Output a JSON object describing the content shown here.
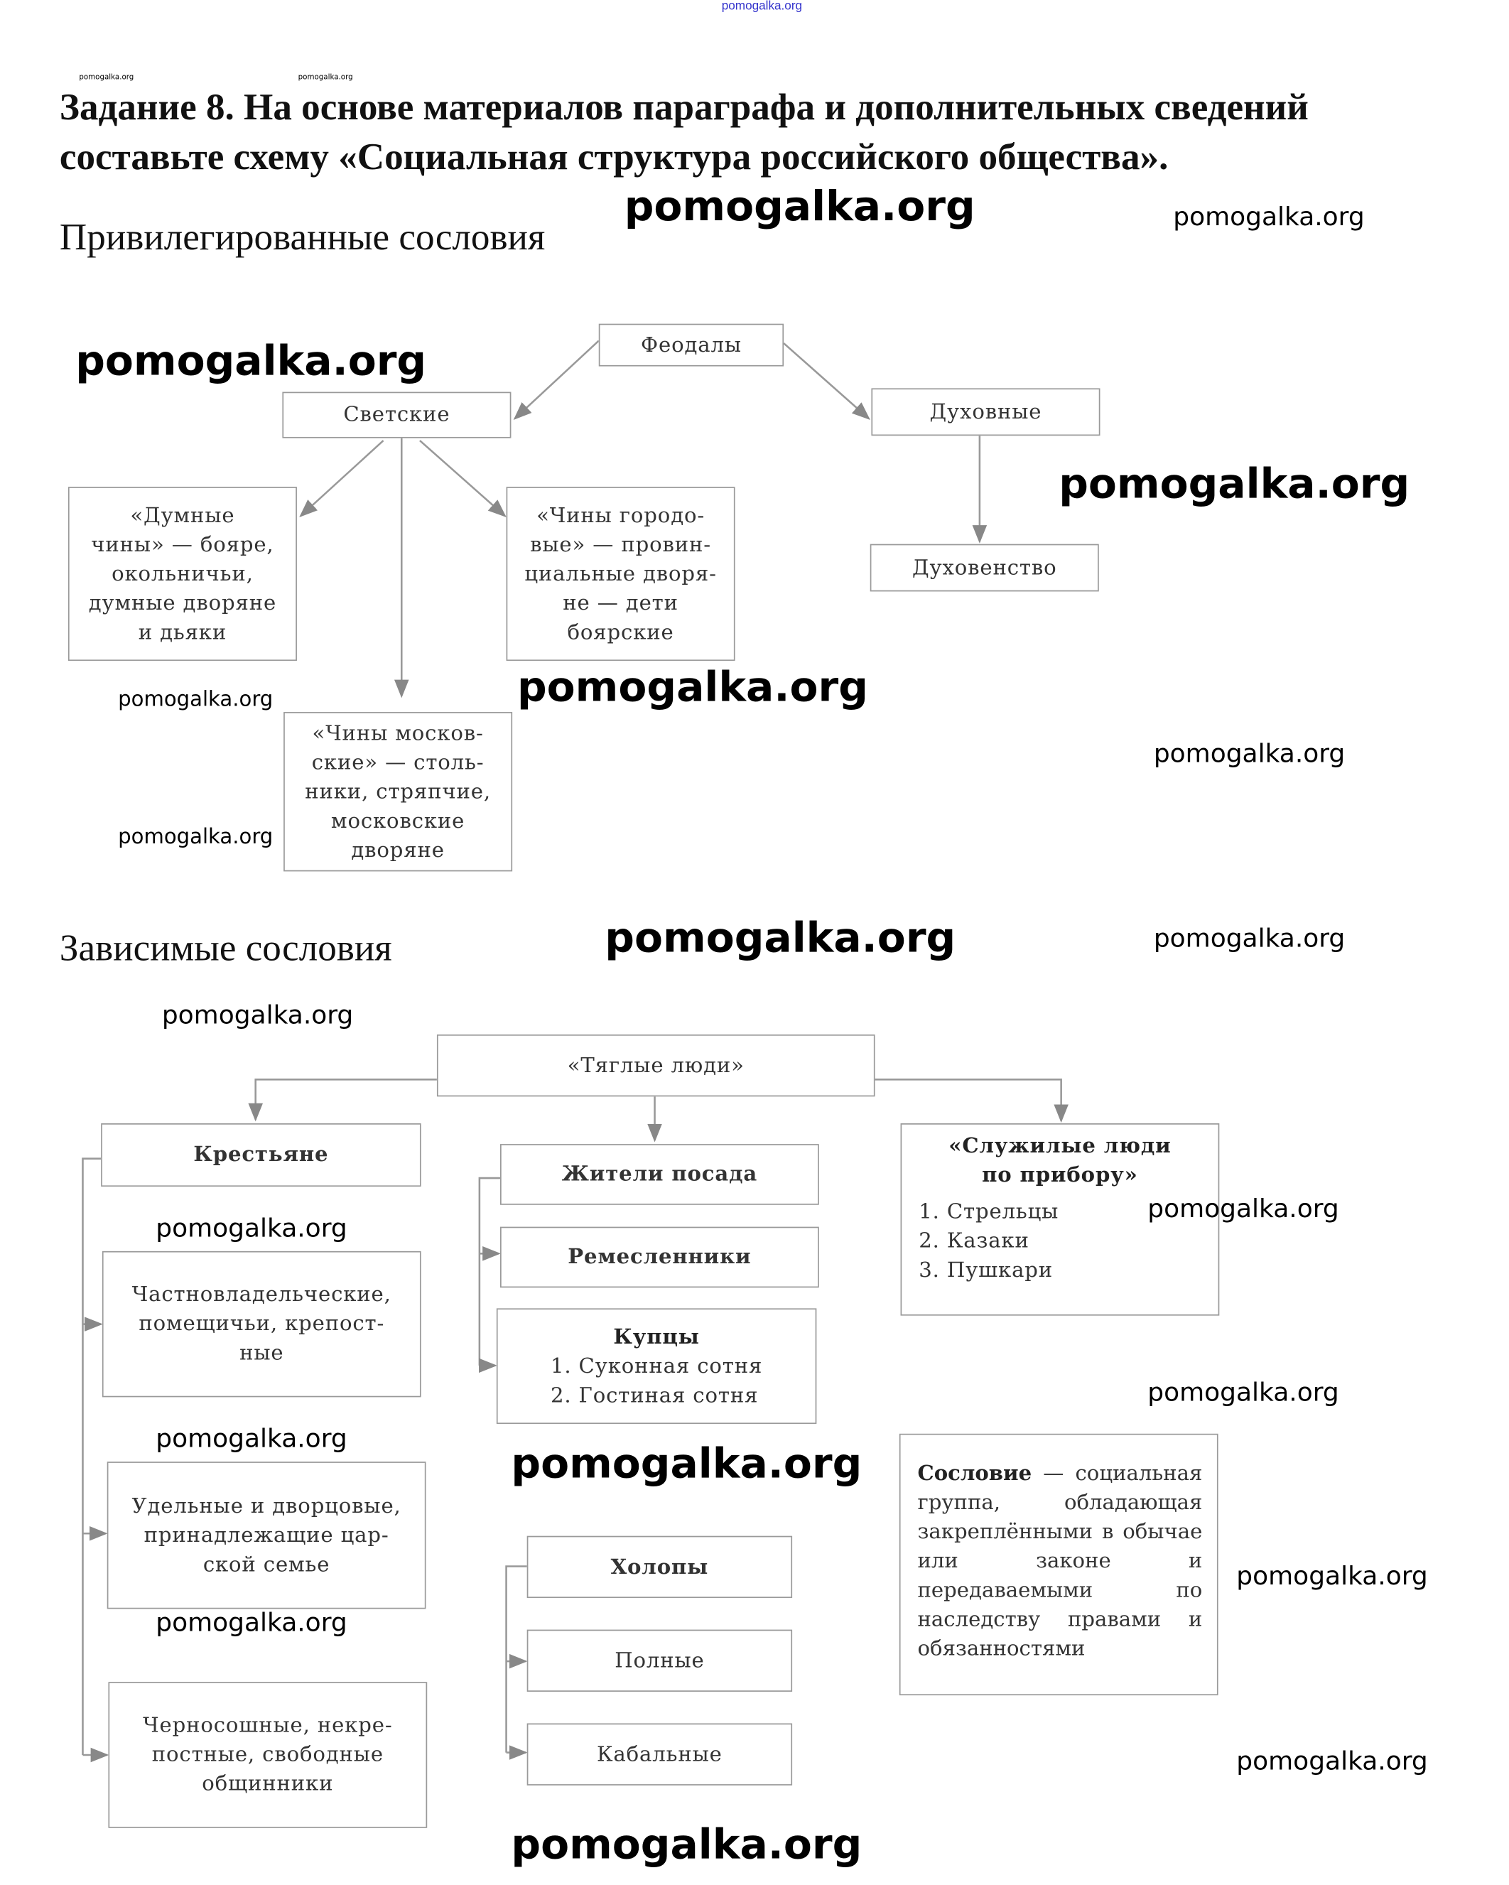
{
  "header_link": "pomogalka.org",
  "task": {
    "line1": "Задание 8. На основе материалов параграфа и дополнительных сведений",
    "line2": "составьте схему «Социальная структура российского общества»."
  },
  "sections": {
    "privileged": "Привилегированные сословия",
    "dependent": "Зависимые сословия"
  },
  "privileged_scheme": {
    "feudals": "Феодалы",
    "secular": "Светские",
    "spiritual": "Духовные",
    "clergy": "Духовенство",
    "duma_ranks": "«Думные\nчины» — бояре,\nокольничьи,\nдумные дворяне\nи дьяки",
    "city_ranks": "«Чины городо-\nвые» — провин-\nциальные дворя-\nне — дети\nбоярские",
    "moscow_ranks": "«Чины москов-\nские» — столь-\nники, стряпчие,\nмосковские\nдворяне"
  },
  "dependent_scheme": {
    "taxpayers": "«Тяглые люди»",
    "peasants": "Крестьяне",
    "private_peasants": "Частновладельческие,\nпомещичьи, крепост-\nные",
    "appanage_peasants": "Удельные и дворцовые,\nпринадлежащие цар-\nской семье",
    "black_peasants": "Черносошные, некре-\nпостные, свободные\nобщинники",
    "posad": "Жители посада",
    "craftsmen": "Ремесленники",
    "merchants_title": "Купцы",
    "merchants_list": "1. Суконная сотня\n2. Гостиная сотня",
    "service_title": "«Служилые люди\nпо прибору»",
    "service_list": "1. Стрельцы\n2. Казаки\n3. Пушкари",
    "serfs": "Холопы",
    "full_serfs": "Полные",
    "bonded_serfs": "Кабальные",
    "definition_term": "Сословие",
    "definition_text": " — социальная группа, обладающая закреплёнными в обычае или законе и передаваемыми по наследству правами и обязанностями"
  },
  "watermark": "pomogalka.org"
}
